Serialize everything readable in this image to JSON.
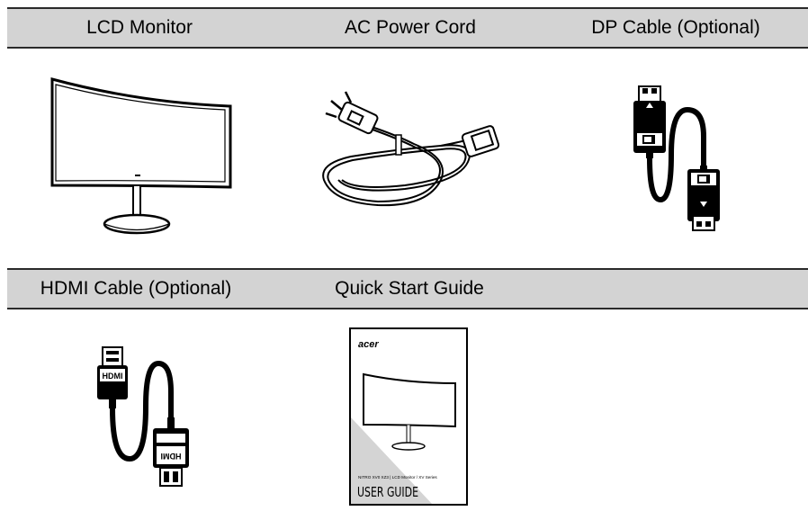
{
  "rows": [
    {
      "items": [
        {
          "label": "LCD Monitor",
          "icon": "lcd-monitor-icon"
        },
        {
          "label": "AC Power Cord",
          "icon": "power-cord-icon"
        },
        {
          "label": "DP Cable (Optional)",
          "icon": "dp-cable-icon"
        }
      ]
    },
    {
      "items": [
        {
          "label": "HDMI Cable (Optional)",
          "icon": "hdmi-cable-icon"
        },
        {
          "label": "Quick Start Guide",
          "icon": "user-guide-icon"
        }
      ]
    }
  ],
  "guide": {
    "brand": "acer",
    "model_line": "NITRO XV0 XZ3 | LCD Monitor / XV Series",
    "title": "USER GUIDE"
  },
  "cable_labels": {
    "hdmi_top": "HDMI",
    "hdmi_bottom": "HDMI"
  }
}
